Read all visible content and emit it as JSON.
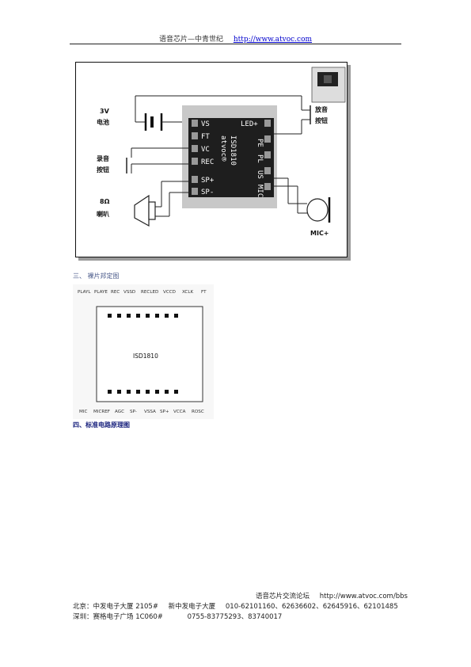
{
  "header": {
    "title": "语音芯片—中青世纪",
    "url": "http://www.atvoc.com"
  },
  "figure1": {
    "battery_label": [
      "3V",
      "电池"
    ],
    "record_button_label": [
      "录音",
      "按钮"
    ],
    "speaker_label": [
      "8Ω",
      "喇叭"
    ],
    "play_button_label": [
      "放音",
      "按钮"
    ],
    "mic_label": "MIC+",
    "board_left_pins": [
      "VS",
      "FT",
      "VC",
      "REC",
      "SP+",
      "SP-"
    ],
    "board_right_pins": [
      "LED+",
      "PE",
      "PL",
      "US",
      "MIC"
    ],
    "board_text": [
      "ISD1810",
      "atvoc®"
    ]
  },
  "section3": {
    "title": "三、  裸片邦定图"
  },
  "figure2": {
    "top_pins": [
      "PLAYL",
      "PLAYE",
      "REC",
      "VSSD",
      "RECLED",
      "VCCD",
      "XCLK",
      "FT"
    ],
    "bottom_pins": [
      "MIC",
      "MICREF",
      "AGC",
      "SP-",
      "VSSA",
      "SP+",
      "VCCA",
      "ROSC"
    ],
    "die_label": "ISD1810"
  },
  "section4": {
    "title": "四、标准电路原理图"
  },
  "footer": {
    "forum_label": "语音芯片交流论坛",
    "forum_url": "http://www.atvoc.com/bbs",
    "beijing_addr": "北京：中发电子大厦 2105#",
    "beijing_addr2": "新中发电子大厦",
    "beijing_phone": "010-62101160、62636602、62645916、62101485",
    "shenzhen_addr": "深圳：赛格电子广场 1C060#",
    "shenzhen_phone": "0755-83775293、83740017"
  }
}
